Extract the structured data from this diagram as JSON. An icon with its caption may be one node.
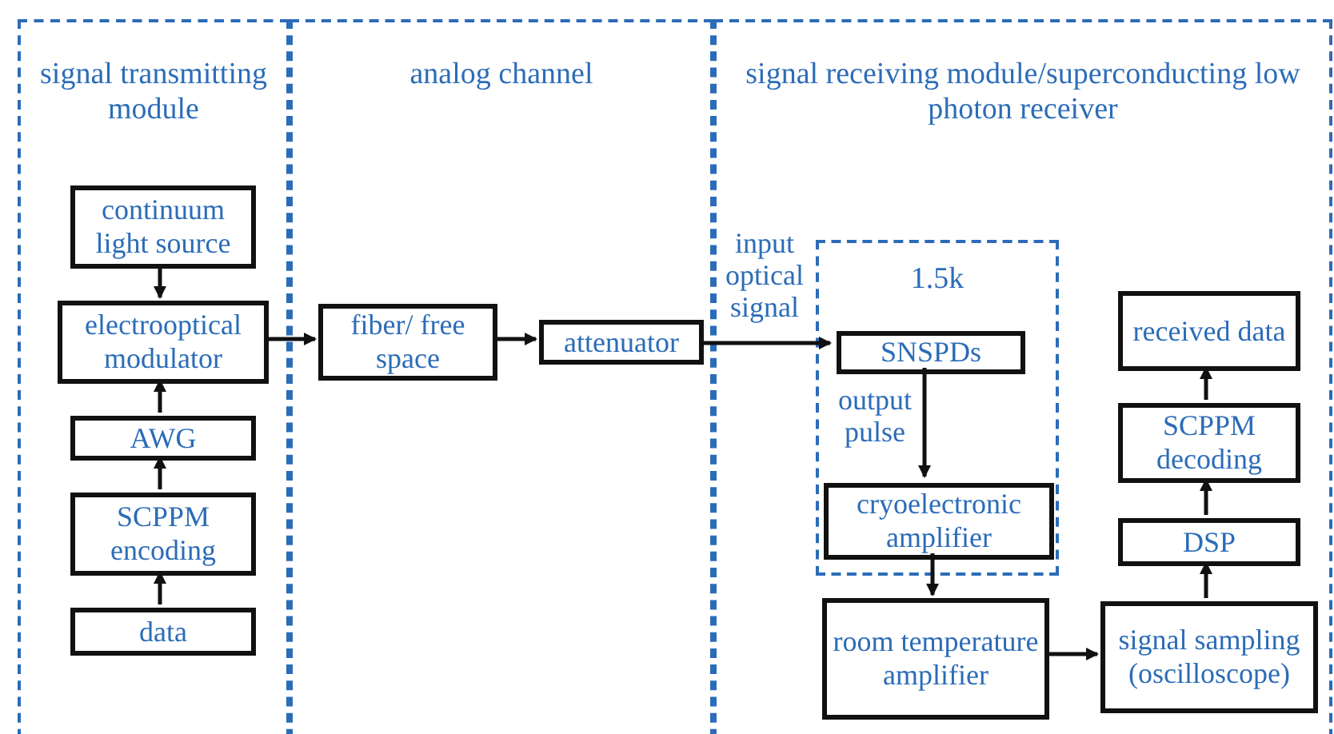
{
  "diagram": {
    "nodes": [
      {
        "text": [
          "signal transmitting module"
        ]
      },
      {
        "text": [
          "continuum light source"
        ],
        "in": 0
      },
      {
        "text": [
          "electrooptical modulator"
        ],
        "in": 0
      },
      {
        "text": [
          "AWG"
        ],
        "in": 0
      },
      {
        "text": [
          "SCPPM encoding"
        ],
        "in": 0
      },
      {
        "text": [
          "data"
        ],
        "in": 0
      },
      {
        "text": [
          "analog channel"
        ]
      },
      {
        "text": [
          "fiber/ free space"
        ],
        "in": 6
      },
      {
        "text": [
          "attenuator"
        ],
        "in": 6
      },
      {
        "text": [
          "signal receiving module/superconducting low photon receiver"
        ]
      },
      {
        "text": [
          "1.5k"
        ],
        "in": 9
      },
      {
        "text": [
          "SNSPDs"
        ],
        "in": 10
      },
      {
        "text": [
          "cryoelectronic amplifier"
        ],
        "in": 10
      },
      {
        "text": [
          "room temperature amplifier"
        ],
        "in": 9
      },
      {
        "text": [
          "signal sampling (oscilloscope)"
        ],
        "in": 9
      },
      {
        "text": [
          "DSP"
        ],
        "in": 9
      },
      {
        "text": [
          "SCPPM decoding"
        ],
        "in": 9
      },
      {
        "text": [
          "received data"
        ],
        "in": 9
      }
    ],
    "edges": [
      {
        "from": 1,
        "to": 2,
        "arrow": "to"
      },
      {
        "from": 5,
        "to": 4,
        "arrow": "to"
      },
      {
        "from": 4,
        "to": 3,
        "arrow": "to"
      },
      {
        "from": 3,
        "to": 2,
        "arrow": "to"
      },
      {
        "from": 2,
        "to": 7,
        "arrow": "to"
      },
      {
        "from": 7,
        "to": 8,
        "arrow": "to"
      },
      {
        "from": 8,
        "to": 11,
        "arrow": "to",
        "label": "input optical signal"
      },
      {
        "from": 11,
        "to": 12,
        "arrow": "to",
        "label": "output pulse"
      },
      {
        "from": 12,
        "to": 13,
        "arrow": "to"
      },
      {
        "from": 13,
        "to": 14,
        "arrow": "to"
      },
      {
        "from": 14,
        "to": 15,
        "arrow": "to"
      },
      {
        "from": 15,
        "to": 16,
        "arrow": "to"
      },
      {
        "from": 16,
        "to": 17,
        "arrow": "to"
      }
    ]
  }
}
